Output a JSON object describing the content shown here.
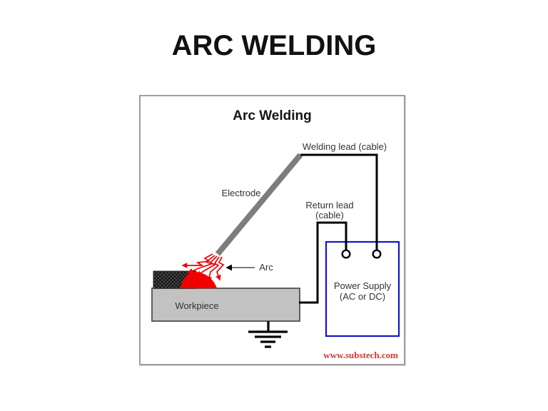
{
  "slide": {
    "title": "ARC WELDING"
  },
  "diagram": {
    "title": "Arc Welding",
    "labels": {
      "welding_lead": "Welding lead (cable)",
      "electrode": "Electrode",
      "return_lead": "Return lead",
      "return_lead_sub": "(cable)",
      "arc": "Arc",
      "workpiece": "Workpiece",
      "power_supply": "Power Supply",
      "power_supply_sub": "(AC or DC)",
      "watermark": "www.substech.com"
    },
    "colors": {
      "wire": "#000000",
      "electrode": "#7d7d7d",
      "arc": "#f10000",
      "workpiece_fill": "#c2c2c2",
      "workpiece_border": "#5f5f5f",
      "power_supply_border": "#1414cc",
      "panel_border": "#9e9e9e",
      "watermark": "#cc3a33",
      "label_text": "#333333",
      "title_text": "#111111"
    }
  }
}
